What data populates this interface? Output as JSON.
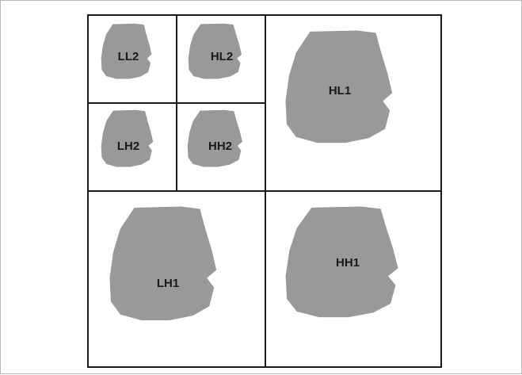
{
  "subbands": {
    "ll2": "LL2",
    "hl2": "HL2",
    "lh2": "LH2",
    "hh2": "HH2",
    "hl1": "HL1",
    "lh1": "LH1",
    "hh1": "HH1"
  },
  "colors": {
    "blob_fill": "#999999",
    "grid_line": "#1a1a1a",
    "label_text": "#1a1a1a",
    "frame_border": "#b9b9b9"
  }
}
